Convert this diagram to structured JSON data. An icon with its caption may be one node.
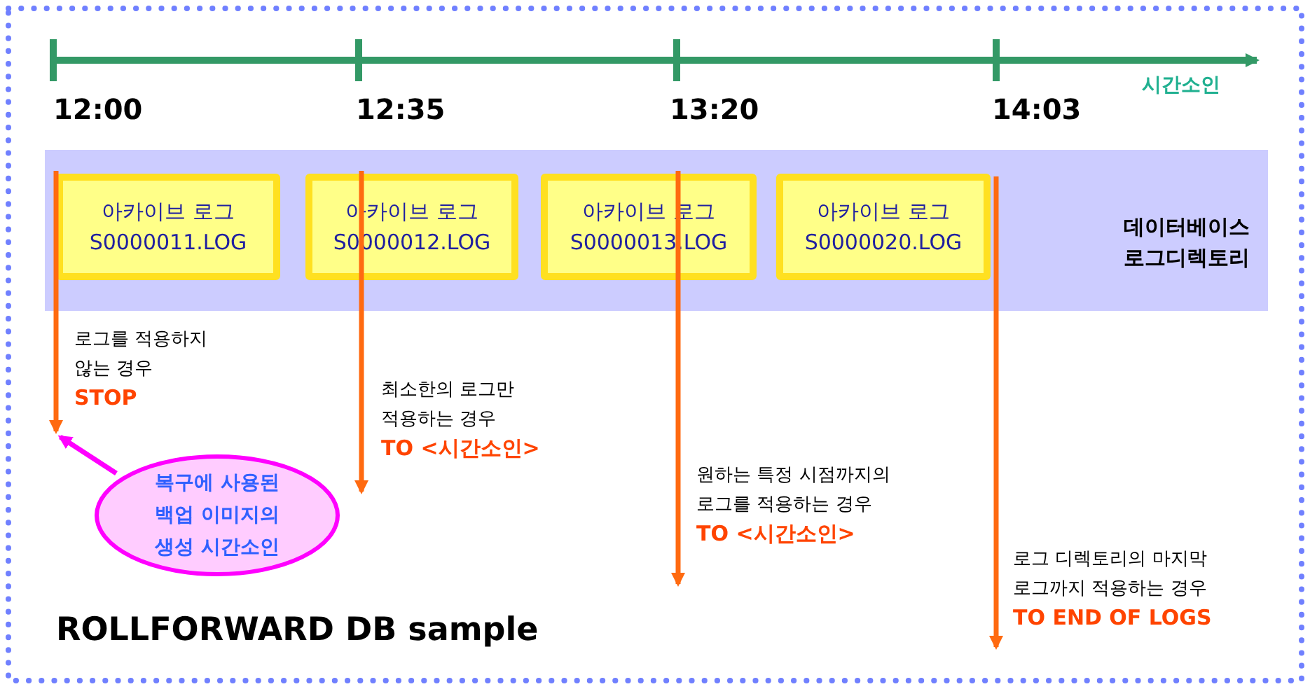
{
  "diagram": {
    "nodes": [
      {
        "text": [
          "데이터베이스 로그디렉토리"
        ]
      },
      {
        "text": [
          "아카이브 로그",
          "S0000011.LOG"
        ],
        "in": 0
      },
      {
        "text": [
          "아카이브 로그",
          "S0000012.LOG"
        ],
        "in": 0
      },
      {
        "text": [
          "아카이브 로그",
          "S0000013.LOG"
        ],
        "in": 0
      },
      {
        "text": [
          "아카이브 로그",
          "S0000020.LOG"
        ],
        "in": 0
      },
      {
        "text": [
          "로그를 적용하지 않는 경우",
          "STOP"
        ]
      },
      {
        "text": [
          "최소한의 로그만 적용하는 경우",
          "TO <시간소인>"
        ]
      },
      {
        "text": [
          "원하는 특정 시점까지의 로그를 적용하는 경우",
          "TO <시간소인>"
        ]
      },
      {
        "text": [
          "로그 디렉토리의 마지막 로그까지 적용하는 경우",
          "TO END OF LOGS"
        ]
      },
      {
        "text": [
          "복구에 사용된 백업 이미지의 생성 시간소인"
        ]
      }
    ],
    "edges": [
      {
        "from": 1,
        "to": 5,
        "arrow": "to"
      },
      {
        "from": 2,
        "to": 6,
        "arrow": "to"
      },
      {
        "from": 3,
        "to": 7,
        "arrow": "to"
      },
      {
        "from": 4,
        "to": 8,
        "arrow": "to"
      },
      {
        "from": 9,
        "to": 5,
        "arrow": "to",
        "color": "#ff00ff"
      }
    ],
    "labels": [
      "12:00",
      "12:35",
      "13:20",
      "14:03",
      "시간소인",
      "ROLLFORWARD DB sample"
    ]
  }
}
